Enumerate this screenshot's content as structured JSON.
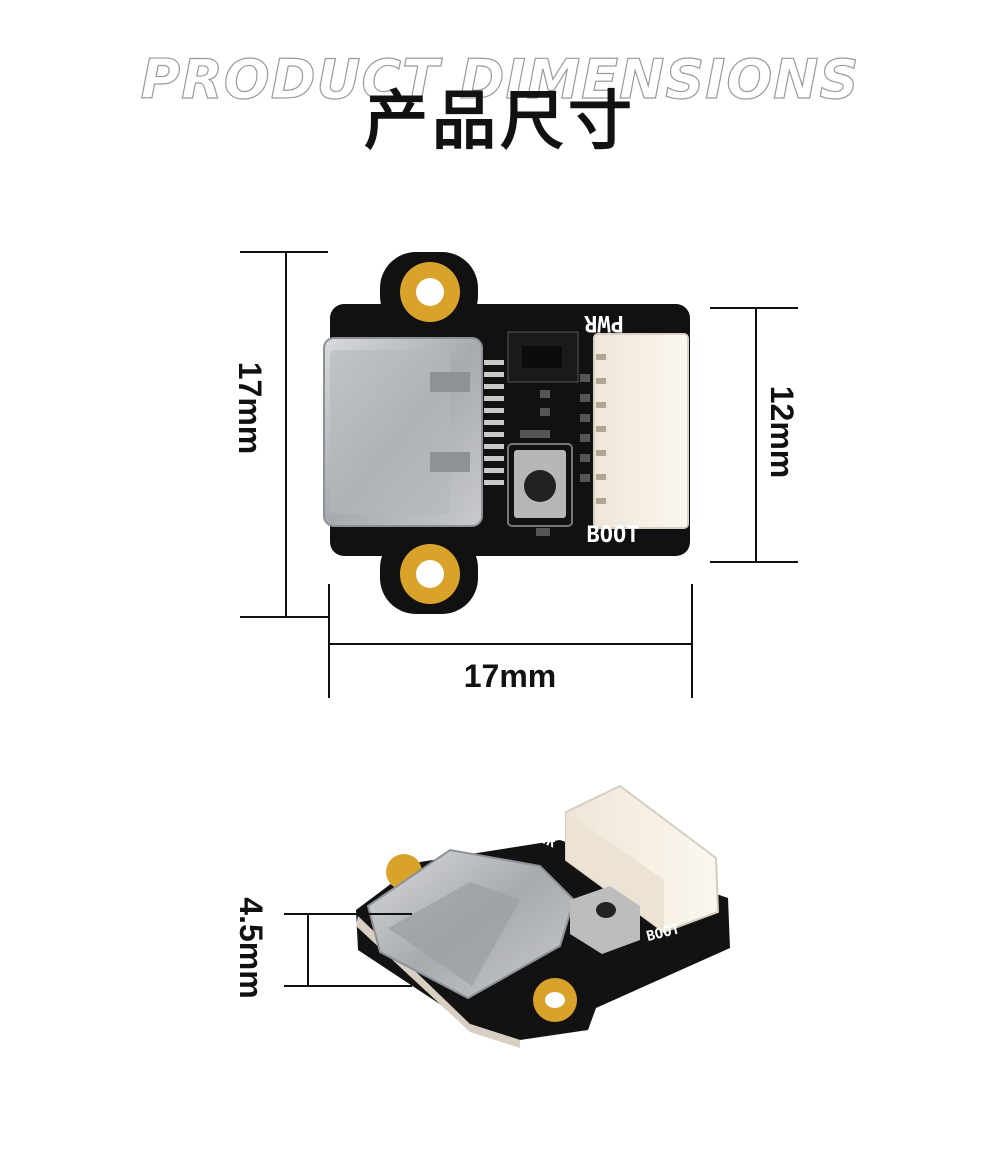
{
  "header": {
    "subtitle_en": "PRODUCT DIMENSIONS",
    "title_cn": "产品尺寸"
  },
  "board": {
    "label_pwr": "PWR",
    "label_boot": "BOOT"
  },
  "dimensions": {
    "height": "17mm",
    "width": "17mm",
    "connector_height": "12mm",
    "thickness": "4.5mm"
  },
  "colors": {
    "pcb": "#101010",
    "gold": "#d9a22a",
    "connector": "#f3ece1",
    "usb_metal": "#b9bbbf"
  }
}
